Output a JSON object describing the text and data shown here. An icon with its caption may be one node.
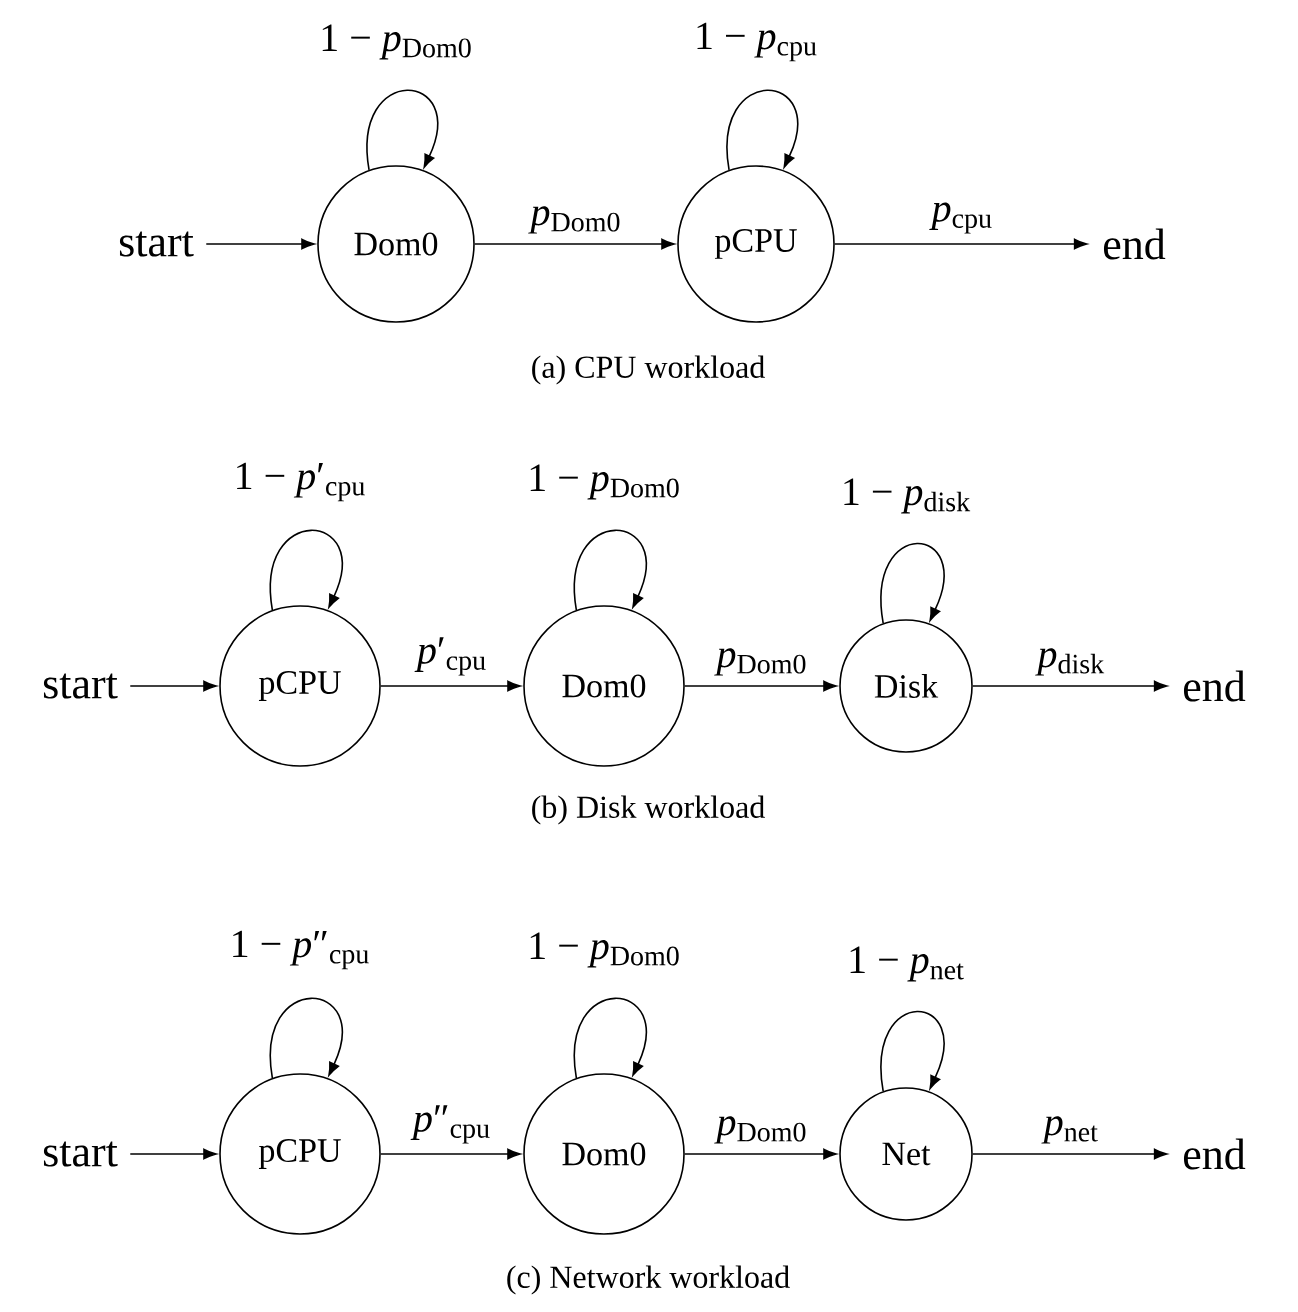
{
  "diagram": {
    "nodes": [
      {
        "text": [
          "start"
        ]
      },
      {
        "text": [
          "Dom0"
        ]
      },
      {
        "text": [
          "pCPU"
        ]
      },
      {
        "text": [
          "end"
        ]
      },
      {
        "text": [
          "start"
        ]
      },
      {
        "text": [
          "pCPU"
        ]
      },
      {
        "text": [
          "Dom0"
        ]
      },
      {
        "text": [
          "Disk"
        ]
      },
      {
        "text": [
          "end"
        ]
      },
      {
        "text": [
          "start"
        ]
      },
      {
        "text": [
          "pCPU"
        ]
      },
      {
        "text": [
          "Dom0"
        ]
      },
      {
        "text": [
          "Net"
        ]
      },
      {
        "text": [
          "end"
        ]
      }
    ],
    "edges": [
      {
        "from": 0,
        "to": 1,
        "arrow": "to"
      },
      {
        "from": 1,
        "to": 1,
        "arrow": "to",
        "label": "1 − *p*$_{Dom0}$"
      },
      {
        "from": 1,
        "to": 2,
        "arrow": "to",
        "label": "*p*$_{Dom0}$"
      },
      {
        "from": 2,
        "to": 2,
        "arrow": "to",
        "label": "1 − *p*$_{cpu}$"
      },
      {
        "from": 2,
        "to": 3,
        "arrow": "to",
        "label": "*p*$_{cpu}$"
      },
      {
        "from": 4,
        "to": 5,
        "arrow": "to"
      },
      {
        "from": 5,
        "to": 5,
        "arrow": "to",
        "label": "1 − *p*′$_{cpu}$"
      },
      {
        "from": 5,
        "to": 6,
        "arrow": "to",
        "label": "*p*′$_{cpu}$"
      },
      {
        "from": 6,
        "to": 6,
        "arrow": "to",
        "label": "1 − *p*$_{Dom0}$"
      },
      {
        "from": 6,
        "to": 7,
        "arrow": "to",
        "label": "*p*$_{Dom0}$"
      },
      {
        "from": 7,
        "to": 7,
        "arrow": "to",
        "label": "1 − *p*$_{disk}$"
      },
      {
        "from": 7,
        "to": 8,
        "arrow": "to",
        "label": "*p*$_{disk}$"
      },
      {
        "from": 9,
        "to": 10,
        "arrow": "to"
      },
      {
        "from": 10,
        "to": 10,
        "arrow": "to",
        "label": "1 − *p*″$_{cpu}$"
      },
      {
        "from": 10,
        "to": 11,
        "arrow": "to",
        "label": "*p*″$_{cpu}$"
      },
      {
        "from": 11,
        "to": 11,
        "arrow": "to",
        "label": "1 − *p*$_{Dom0}$"
      },
      {
        "from": 11,
        "to": 12,
        "arrow": "to",
        "label": "*p*$_{Dom0}$"
      },
      {
        "from": 12,
        "to": 12,
        "arrow": "to",
        "label": "1 − *p*$_{net}$"
      },
      {
        "from": 12,
        "to": 13,
        "arrow": "to",
        "label": "*p*$_{net}$"
      }
    ],
    "labels": [
      "(a) CPU workload",
      "(b) Disk workload",
      "(c) Network workload"
    ]
  }
}
